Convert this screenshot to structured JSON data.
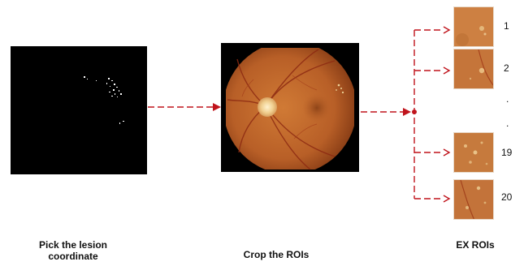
{
  "labels": {
    "step1_line1": "Pick the lesion",
    "step1_line2": "coordinate",
    "step2": "Crop the ROIs",
    "step3": "EX ROIs"
  },
  "roi_numbers": [
    "1",
    "2",
    "19",
    "20"
  ],
  "ellipsis": [
    ".",
    "."
  ],
  "colors": {
    "arrow": "#c0141c",
    "fundus_background": "#000000",
    "fundus_retina": "#c26a2e",
    "optic_disc": "#f3d9a2",
    "roi_tissue": "#c9793b"
  }
}
